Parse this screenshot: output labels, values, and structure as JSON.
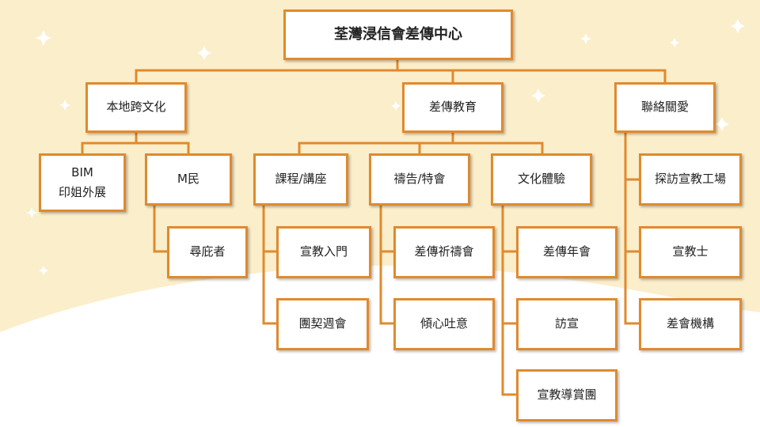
{
  "colors": {
    "background": "#fbeecb",
    "connector": "#e08a2e",
    "box_border": "#e08a2e",
    "box_fill": "#ffffff",
    "text": "#222222"
  },
  "root": {
    "label": "荃灣浸信會差傳中心"
  },
  "branches": {
    "local": {
      "label": "本地跨文化",
      "children": {
        "bim": {
          "line1": "BIM",
          "line2": "印姐外展"
        },
        "m": {
          "label": "M民",
          "children": {
            "seeker": "尋庇者"
          }
        }
      }
    },
    "education": {
      "label": "差傳教育",
      "children": {
        "courses": {
          "label": "課程/講座",
          "children": {
            "intro": "宣教入門",
            "fellowship_week": "團契週會"
          }
        },
        "prayer": {
          "label": "禱告/特會",
          "children": {
            "prayer_meeting": "差傳祈禱會",
            "heart_talk": "傾心吐意"
          }
        },
        "culture": {
          "label": "文化體驗",
          "children": {
            "annual": "差傳年會",
            "visit": "訪宣",
            "appreciation": "宣教導賞團"
          }
        }
      }
    },
    "care": {
      "label": "聯絡關愛",
      "children": {
        "workplace": "探訪宣教工場",
        "missionary": "宣教士",
        "agency": "差會機構"
      }
    }
  }
}
